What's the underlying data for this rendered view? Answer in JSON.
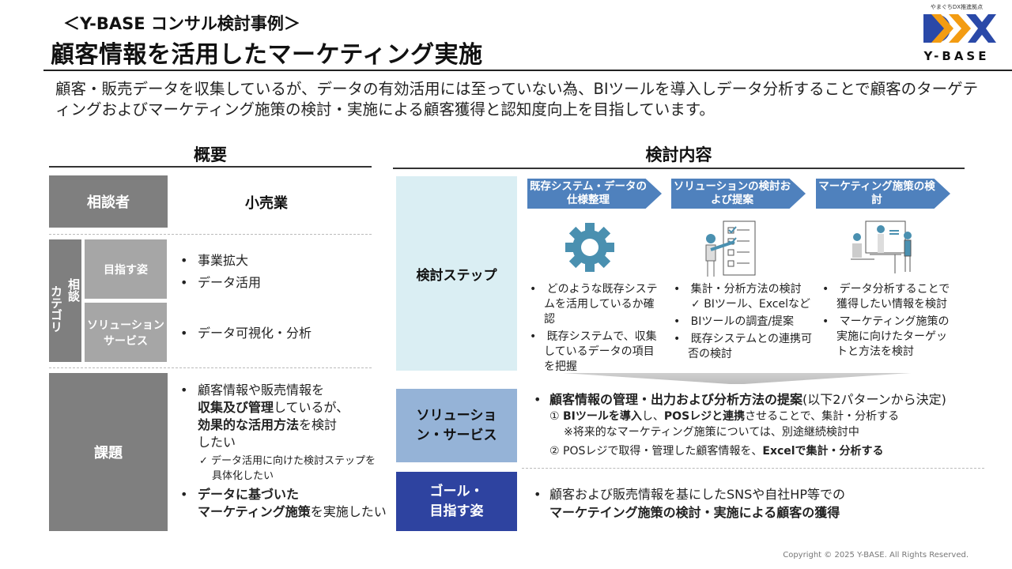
{
  "header": {
    "subtitle": "＜Y-BASE コンサル検討事例＞",
    "title": "顧客情報を活用したマーケティング実施",
    "logo": {
      "tagline": "やまぐちDX推進拠点",
      "mark": "DX",
      "name": "Y-BASE"
    }
  },
  "intro": "顧客・販売データを収集しているが、データの有効活用には至っていない為、BIツールを導入しデータ分析することで顧客のターゲティングおよびマーケティング施策の検討・実施による顧客獲得と認知度向上を目指しています。",
  "overview": {
    "heading": "概要",
    "client_label": "相談者",
    "client_value": "小売業",
    "category_label_a": "相談",
    "category_label_b": "カテゴリ",
    "goal_label": "目指す姿",
    "goal_items": [
      "事業拡大",
      "データ活用"
    ],
    "solution_label_1": "ソリューション",
    "solution_label_2": "サービス",
    "solution_items": [
      "データ可視化・分析"
    ],
    "issue_label": "課題",
    "issue": {
      "l1": "顧客情報や販売情報を",
      "l2b": "収集及び管理",
      "l2": "しているが、",
      "l3b": "効果的な活用方法",
      "l3": "を検討",
      "l4": "したい",
      "check": "データ活用に向けた検討ステップを具体化したい",
      "l5b": "データに基づいた",
      "l6b": "マーケティング施策",
      "l6": "を実施したい"
    }
  },
  "study": {
    "heading": "検討内容",
    "steps_label": "検討ステップ",
    "steps": [
      {
        "title": "既存システム・データの仕様整理",
        "icon": "gear-icon",
        "items": [
          "どのような既存システムを活用しているか確認",
          "既存システムで、収集しているデータの項目を把握"
        ]
      },
      {
        "title": "ソリューションの検討および提案",
        "icon": "checklist-person-icon",
        "items": [
          "集計・分析方法の検討",
          "BIツールの調査/提案",
          "既存システムとの連携可否の検討"
        ],
        "check": "BIツール、Excelなど"
      },
      {
        "title": "マーケティング施策の検討",
        "icon": "meeting-people-icon",
        "items": [
          "データ分析することで獲得したい情報を検討",
          "マーケティング施策の実施に向けたターゲットと方法を検討"
        ]
      }
    ],
    "solution_label": "ソリューション・サービス",
    "solution": {
      "headb": "顧客情報の管理・出力および分析方法の提案",
      "head": "(以下2パターンから決定)",
      "p1n": "①",
      "p1b1": "BIツールを導入",
      "p1a": "し、",
      "p1b2": "POSレジと連携",
      "p1c": "させることで、集計・分析する",
      "p1note": "※将来的なマーケティング施策については、別途継続検討中",
      "p2n": "②",
      "p2a": "POSレジで取得・管理した顧客情報を、",
      "p2b": "Excelで集計・分析する"
    },
    "goal_label": "ゴール・目指す姿",
    "goal": {
      "l1": "顧客および販売情報を基にしたSNSや自社HP等での",
      "l2b": "マーケテイング施策の検討・実施による顧客の獲得"
    }
  },
  "footer": {
    "copyright": "Copyright © 2025 Y-BASE. All Rights Reserved."
  },
  "colors": {
    "dark_gray": "#7f7f7f",
    "mid_gray": "#a6a6a6",
    "light_blue": "#daeef3",
    "mid_blue": "#95b3d7",
    "navy": "#2e43a0",
    "chevron": "#4f81bd",
    "logo_blue": "#2a49a8",
    "logo_orange": "#f39c12"
  }
}
